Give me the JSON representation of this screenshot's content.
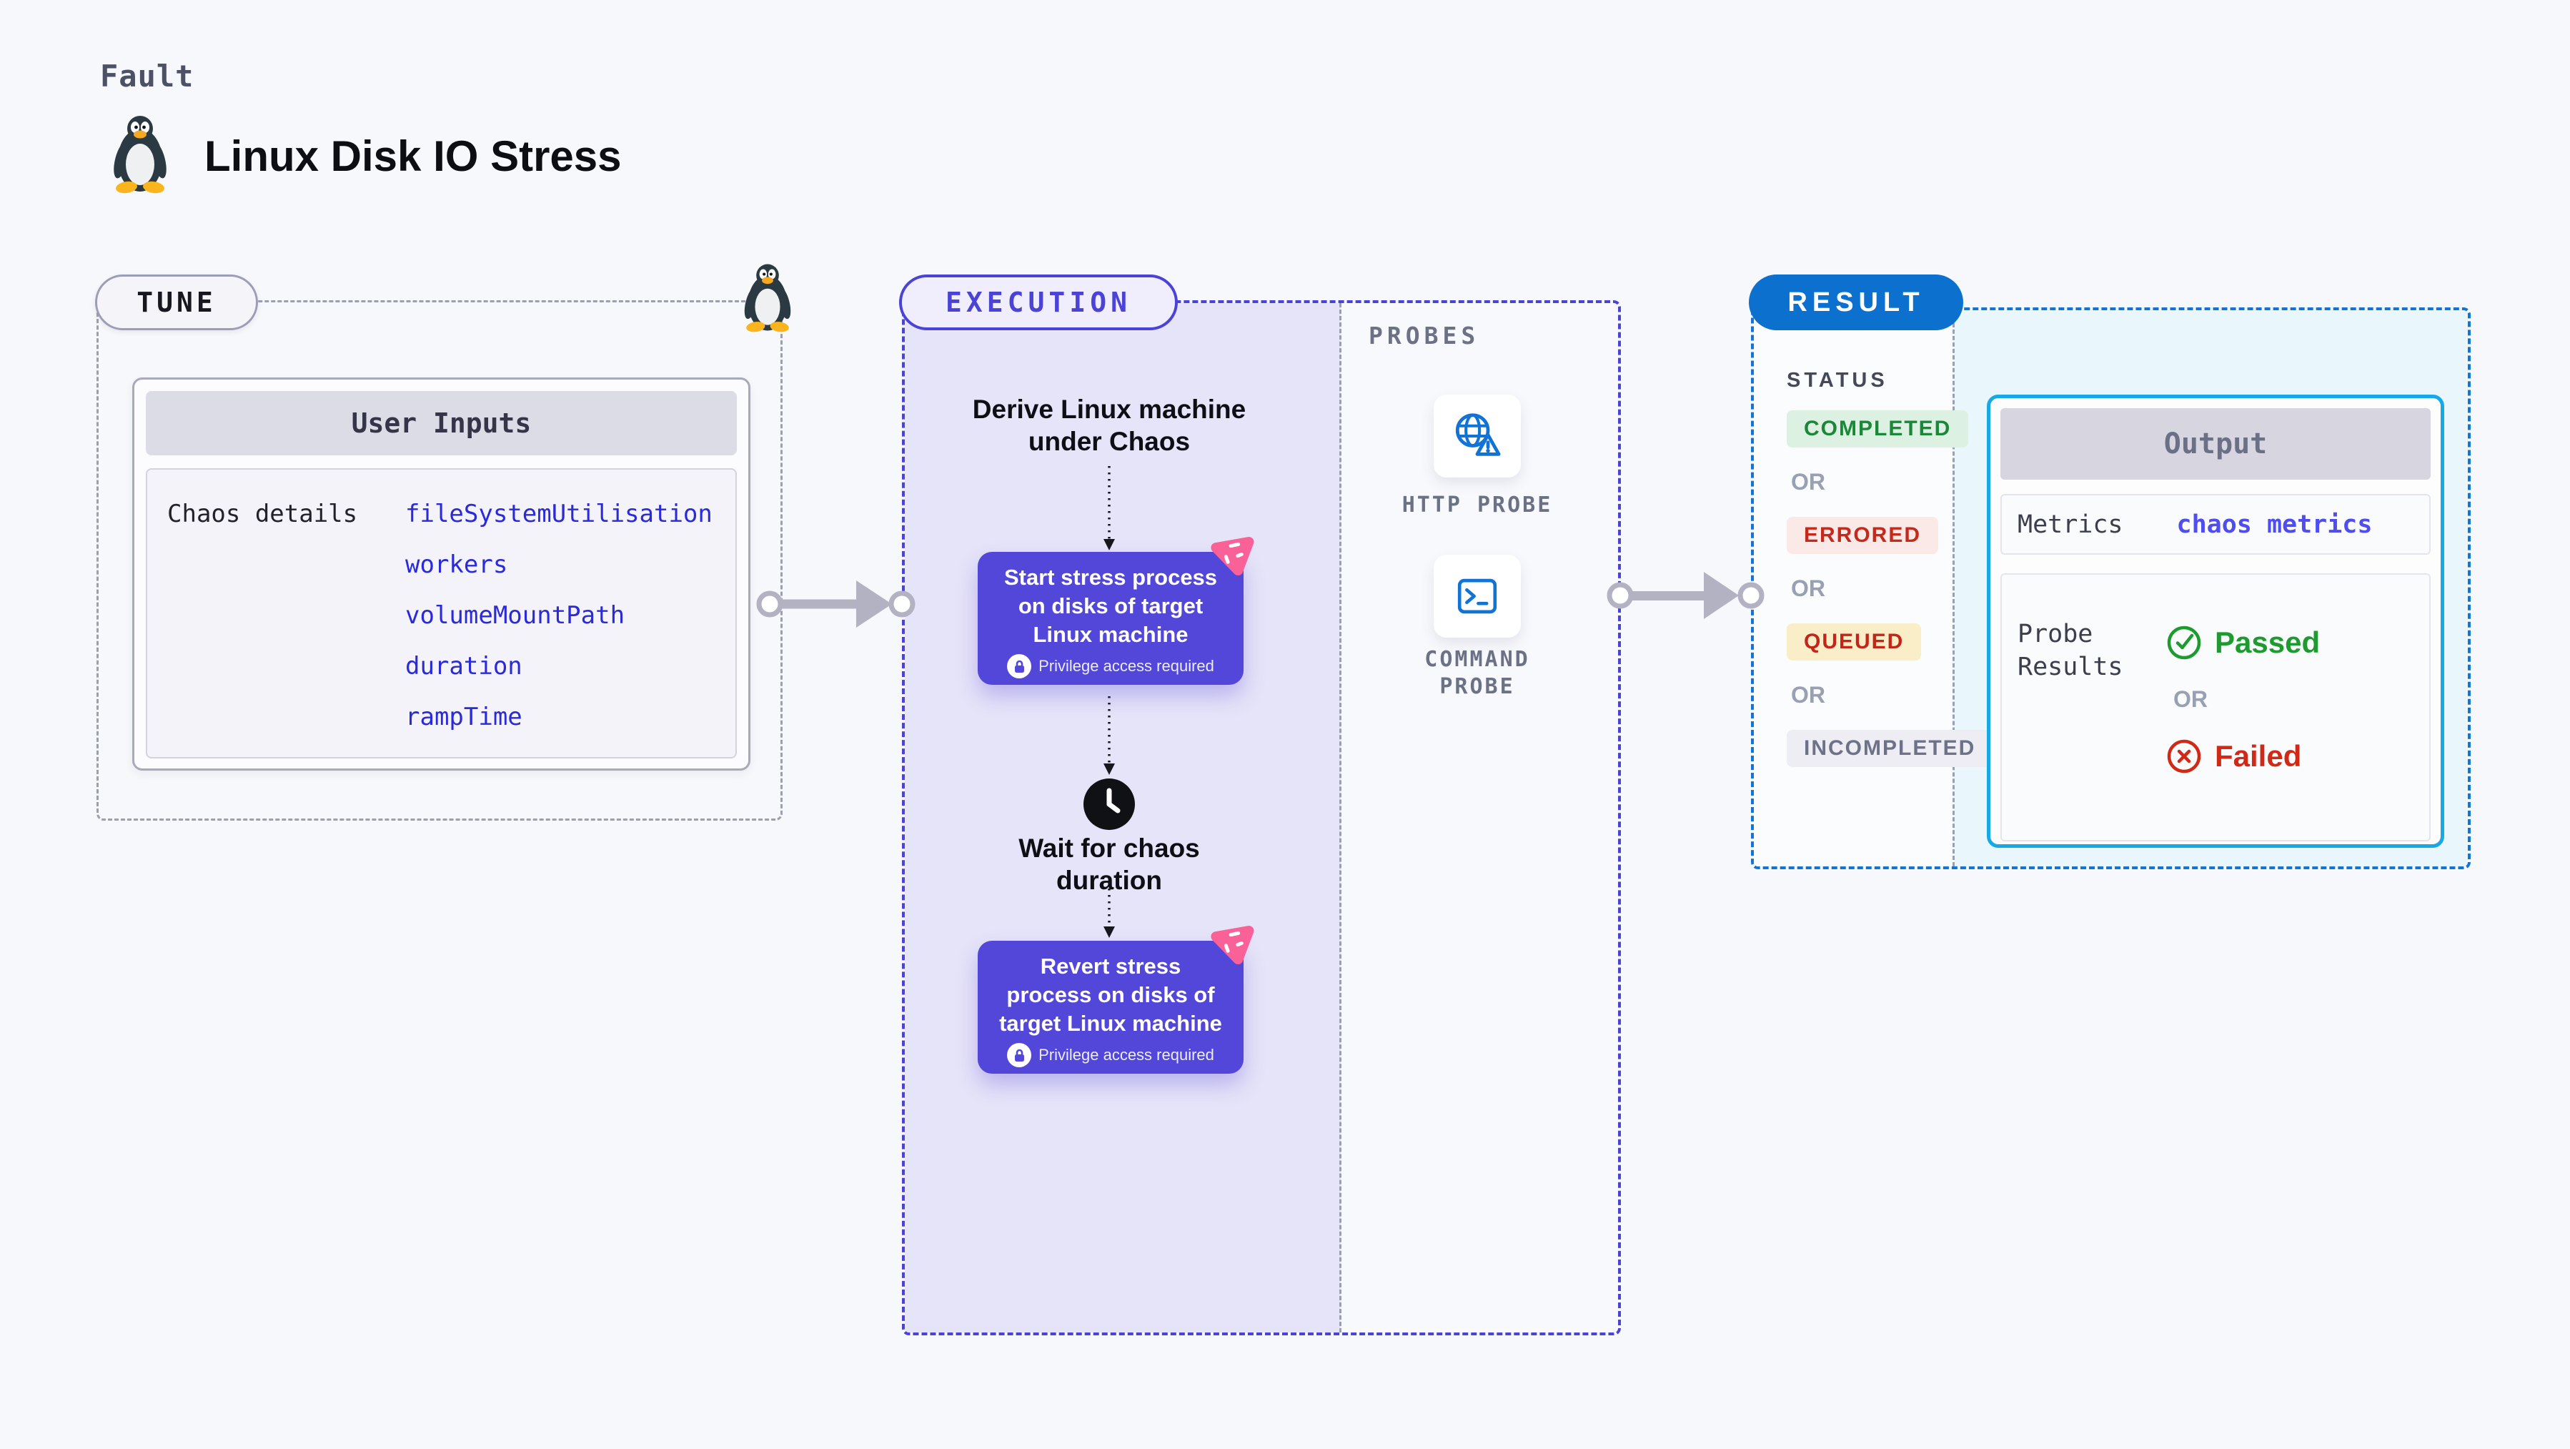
{
  "header": {
    "kicker": "Fault",
    "title": "Linux Disk IO Stress",
    "icon": "tux-penguin-icon"
  },
  "tune": {
    "label": "TUNE",
    "user_inputs": {
      "header": "User Inputs",
      "row_label": "Chaos details",
      "values": [
        "fileSystemUtilisation",
        "workers",
        "volumeMountPath",
        "duration",
        "rampTime"
      ]
    }
  },
  "execution": {
    "label": "EXECUTION",
    "derive": {
      "lines": [
        "Derive Linux machine",
        "under Chaos"
      ]
    },
    "start_node": {
      "lines": [
        "Start stress process",
        "on disks of target",
        "Linux machine"
      ],
      "badge": "Privilege access required"
    },
    "wait": {
      "lines": [
        "Wait for chaos",
        "duration"
      ]
    },
    "revert_node": {
      "lines": [
        "Revert stress",
        "process on disks of",
        "target Linux machine"
      ],
      "badge": "Privilege access required"
    }
  },
  "probes": {
    "label": "PROBES",
    "items": [
      {
        "label": "HTTP PROBE",
        "icon": "globe-alert-icon"
      },
      {
        "label": "COMMAND PROBE",
        "icon": "terminal-icon"
      }
    ]
  },
  "result": {
    "label": "RESULT",
    "status_heading": "STATUS",
    "or_label": "OR",
    "statuses": [
      {
        "label": "COMPLETED",
        "fg": "#1b8739",
        "bg": "#ddf1e2"
      },
      {
        "label": "ERRORED",
        "fg": "#c42a1c",
        "bg": "#fbe9e8"
      },
      {
        "label": "QUEUED",
        "fg": "#c3251a",
        "bg": "#faeec9"
      },
      {
        "label": "INCOMPLETED",
        "fg": "#6e7288",
        "bg": "#ededf3"
      }
    ],
    "output": {
      "header": "Output",
      "metrics_label": "Metrics",
      "metrics_value": "chaos metrics",
      "probe_results_label": "Probe Results",
      "passed": "Passed",
      "or_label": "OR",
      "failed": "Failed"
    }
  },
  "colors": {
    "page_bg": "#f7f8fb",
    "execution_accent": "#4a43d6",
    "execution_bg": "#e6e4f8",
    "node_purple": "#5347da",
    "chaos_pink": "#fa6197",
    "result_accent": "#1274d3",
    "result_pill": "#0c70cf",
    "output_border": "#17a9e6",
    "result_bg": "#e9f6fc",
    "probe_icon_blue": "#1173d4",
    "input_value_blue": "#2a2ad8",
    "passed_green": "#1d9b2e",
    "failed_red": "#d02a17",
    "arrow_gray": "#b2b2c3"
  }
}
